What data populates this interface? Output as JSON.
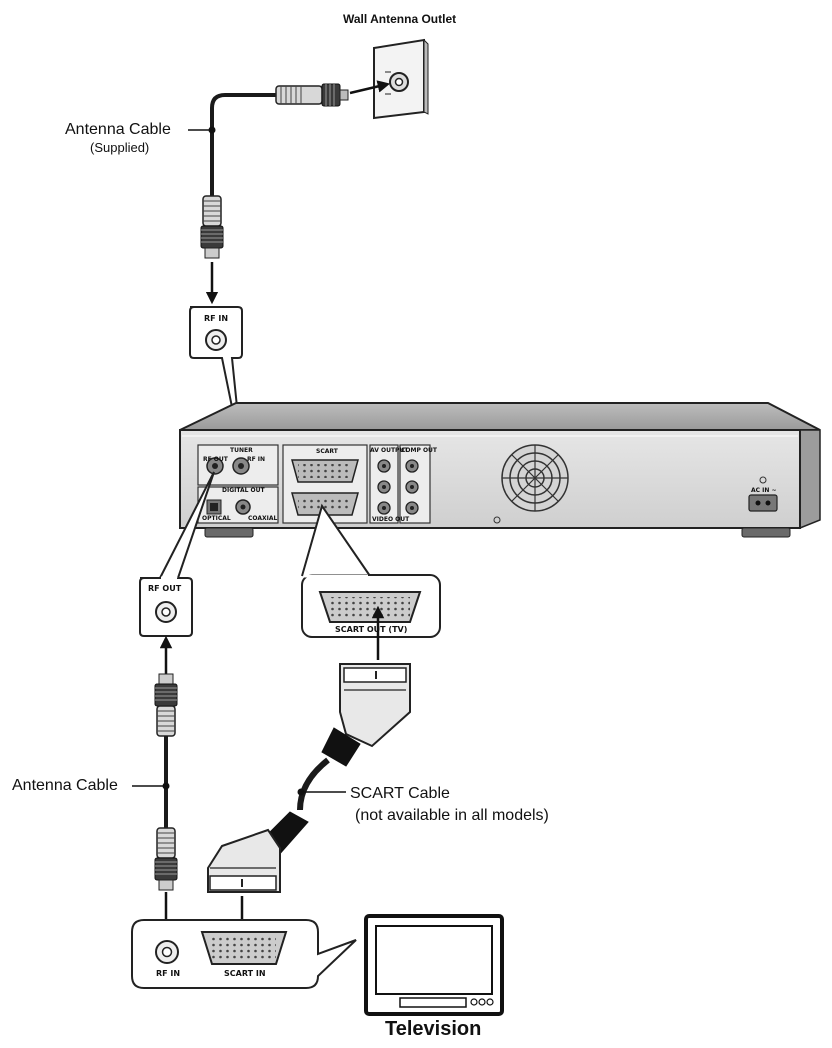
{
  "labels": {
    "wall_outlet": "Wall Antenna Outlet",
    "antenna_cable_top": "Antenna Cable",
    "supplied": "(Supplied)",
    "rf_in_top": "RF IN",
    "rf_out": "RF OUT",
    "scart_out_tv": "SCART OUT (TV)",
    "antenna_cable_bottom": "Antenna Cable",
    "scart_cable": "SCART Cable",
    "not_available": "(not available in all models)",
    "rf_in_tv": "RF IN",
    "scart_in": "SCART IN",
    "television": "Television"
  },
  "rear_panel": {
    "tuner": "TUNER",
    "rf_out_small": "RF OUT",
    "rf_in_small": "RF IN",
    "digital_out": "DIGITAL OUT",
    "optical": "OPTICAL",
    "coaxial": "COAXIAL",
    "scart": "SCART",
    "av_output": "AV OUTPUT",
    "comp_out": "COMP OUT",
    "video_out": "VIDEO OUT",
    "power": "AC IN ~"
  }
}
